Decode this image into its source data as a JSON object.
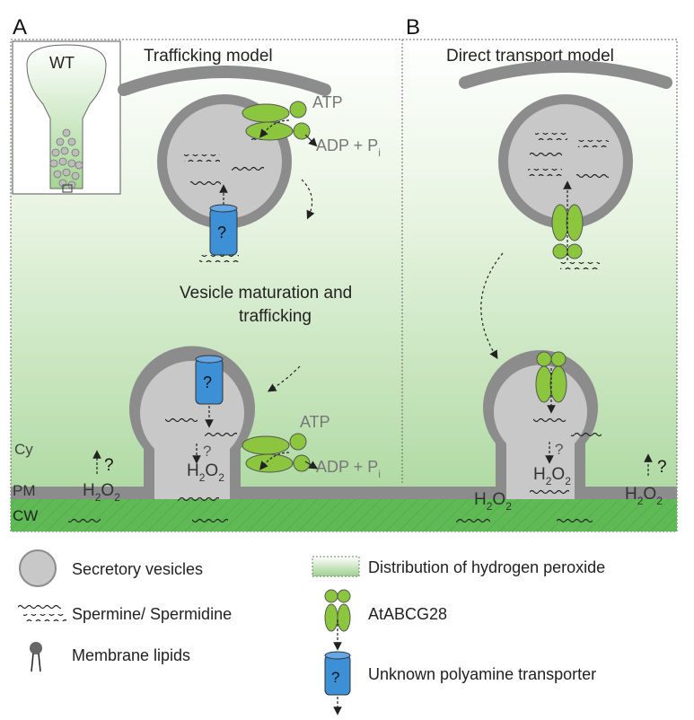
{
  "panels": {
    "a": {
      "letter": "A",
      "title": "Trafficking model"
    },
    "b": {
      "letter": "B",
      "title": "Direct transport model"
    }
  },
  "inset": {
    "label": "WT"
  },
  "layers": {
    "cy": "Cy",
    "pm": "PM",
    "cw": "CW"
  },
  "labels": {
    "atp": "ATP",
    "adp": "ADP + P",
    "adp_sub": "i",
    "maturation_line1": "Vesicle maturation and",
    "maturation_line2": "trafficking",
    "question": "?",
    "h2o2": {
      "h": "H",
      "two_a": "2",
      "o": "O",
      "two_b": "2"
    }
  },
  "legend": {
    "secretory_vesicles": "Secretory vesicles",
    "spermine": "Spermine/ Spermidine",
    "membrane_lipids": "Membrane lipids",
    "h2o2_distribution": "Distribution of hydrogen peroxide",
    "atabcg28": "AtABCG28",
    "unknown_transporter": "Unknown polyamine transporter"
  },
  "colors": {
    "green_light": "#eaf5e4",
    "green_gradient_end": "#9ed08e",
    "cell_wall": "#5fba55",
    "membrane": "#8c8c8c",
    "vesicle_fill": "#c8c8c8",
    "transporter_green": "#8cc63f",
    "transporter_blue": "#3d8fd6"
  }
}
